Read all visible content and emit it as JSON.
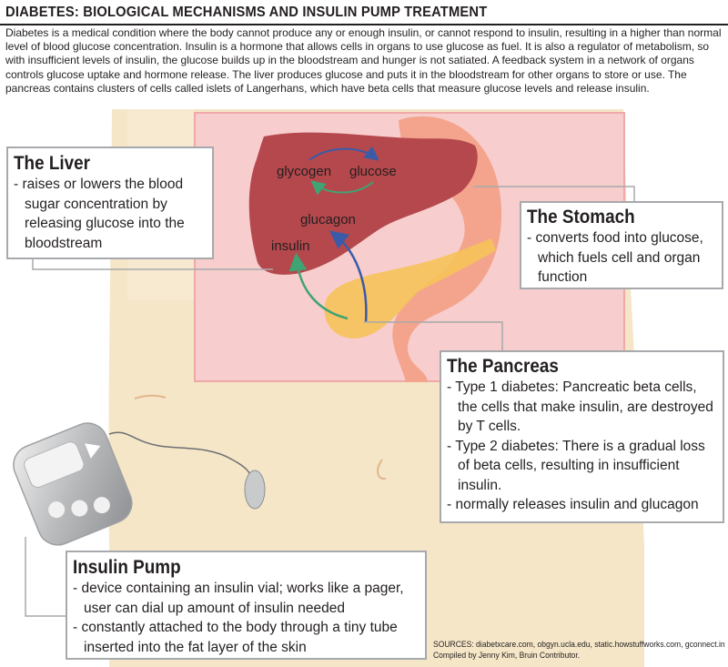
{
  "header": {
    "title": "DIABETES: BIOLOGICAL MECHANISMS AND INSULIN PUMP TREATMENT",
    "intro": "Diabetes is a medical condition where the body cannot produce any or enough insulin, or cannot respond to insulin, resulting in a higher than normal level of blood glucose concentration. Insulin is a hormone that allows cells in organs to use glucose as fuel. It is also a regulator of metabolism, so with insufficient levels of insulin, the glucose builds up in the bloodstream and hunger is not satiated. A feedback system in a network of organs controls glucose uptake and hormone release. The liver produces glucose and puts it in the bloodstream for other organs to store or use. The pancreas contains clusters of cells called islets of Langerhans, which have beta cells that measure glucose levels and release insulin."
  },
  "diagram_labels": {
    "glycogen": "glycogen",
    "glucose": "glucose",
    "glucagon": "glucagon",
    "insulin": "insulin"
  },
  "liver": {
    "title": "The Liver",
    "points": [
      "raises or lowers the blood sugar concentration by releasing glucose into the bloodstream"
    ]
  },
  "stomach": {
    "title": "The Stomach",
    "points": [
      "converts food into glucose, which fuels cell and organ function"
    ]
  },
  "pancreas": {
    "title": "The Pancreas",
    "points": [
      "Type 1 diabetes: Pancreatic beta cells, the cells that make insulin, are destroyed by T cells.",
      "Type 2 diabetes: There is a gradual loss of beta cells, resulting in insufficient insulin.",
      "normally releases insulin and glucagon"
    ]
  },
  "pump": {
    "title": "Insulin Pump",
    "points": [
      "device containing an insulin vial; works like a pager, user can dial up amount of insulin needed",
      "constantly attached to the body through a tiny tube inserted into the fat layer of the skin"
    ]
  },
  "credits": {
    "sources": "SOURCES: diabetxcare.com, obgyn.ucla.edu, static.howstuffworks.com, gconnect.in",
    "compiled": "Compiled by Jenny Kim, Bruin Contributor."
  },
  "colors": {
    "skin": "#f5e6c8",
    "abdomen_panel": "#f7cdcd",
    "liver": "#b5484c",
    "stomach": "#f4a48c",
    "pancreas": "#f6c35a",
    "arrow_blue": "#3a5ba8",
    "arrow_green": "#3fa374",
    "box_border": "#a7a9ac"
  }
}
